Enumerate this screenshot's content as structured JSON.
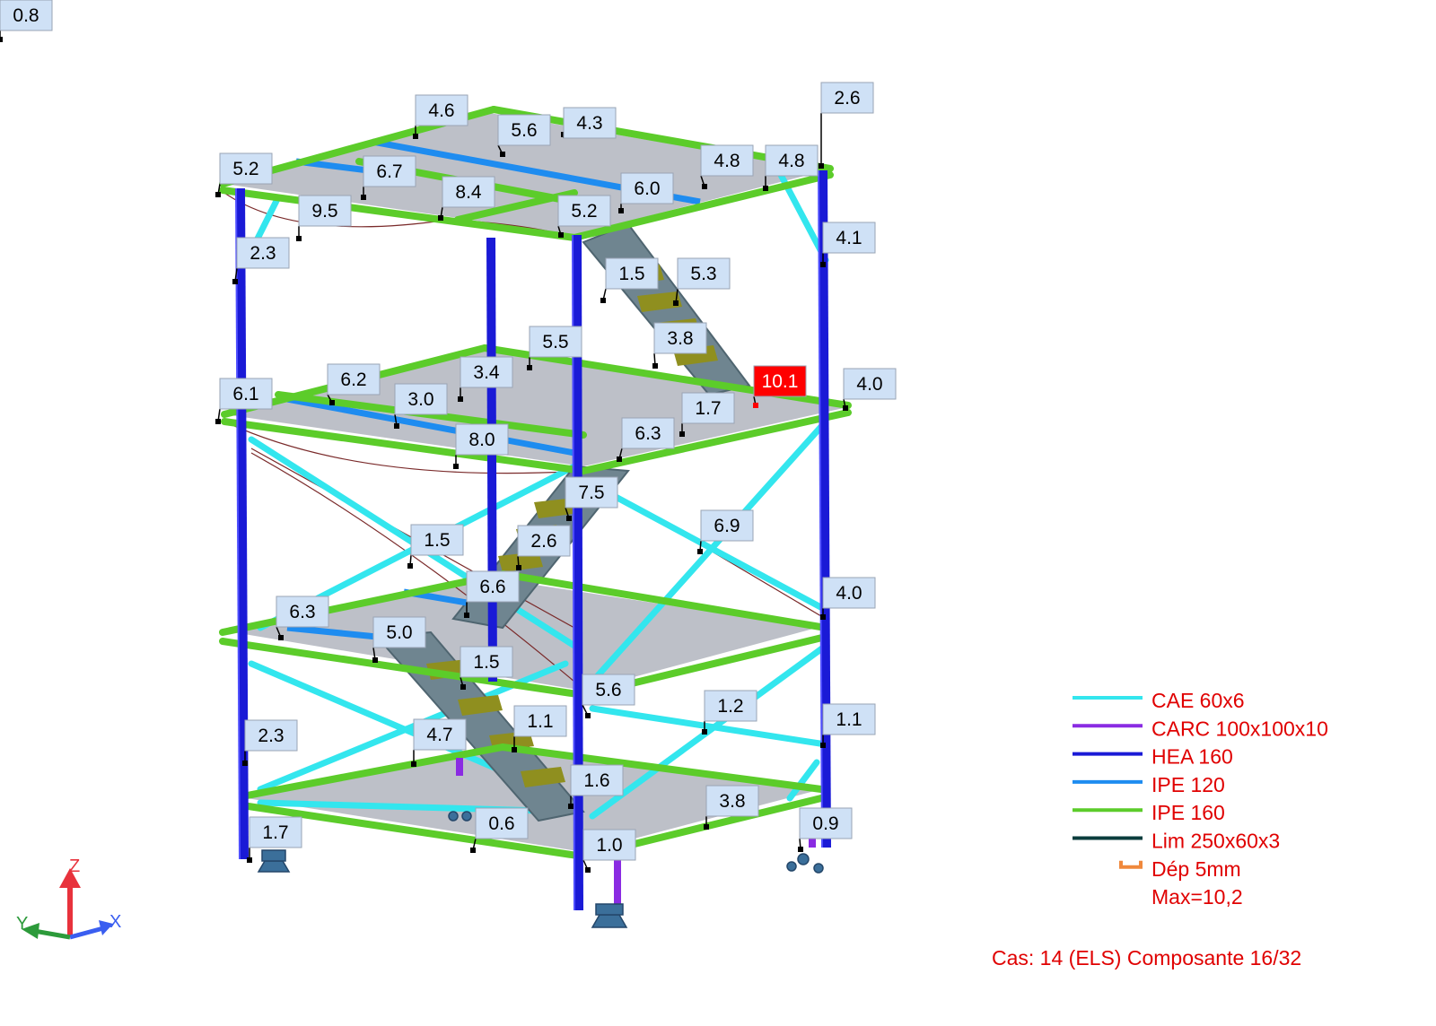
{
  "legend": {
    "items": [
      {
        "label": "CAE 60x6",
        "color": "#33e6ee",
        "kind": "line"
      },
      {
        "label": "CARC 100x100x10",
        "color": "#8a2be2",
        "kind": "line"
      },
      {
        "label": "HEA 160",
        "color": "#1a1ad6",
        "kind": "line"
      },
      {
        "label": "IPE 120",
        "color": "#1e8cf0",
        "kind": "line"
      },
      {
        "label": "IPE 160",
        "color": "#5ccc2a",
        "kind": "line"
      },
      {
        "label": "Lim 250x60x3",
        "color": "#0b3d3d",
        "kind": "line"
      },
      {
        "label": "Dép  5mm",
        "color": "#f0883c",
        "kind": "bracket"
      }
    ],
    "max": "Max=10,2"
  },
  "case": "Cas: 14 (ELS) Composante 16/32",
  "axes": {
    "z": "Z",
    "y": "Y",
    "x": "X"
  },
  "displacement_labels": [
    "4.6",
    "4.3",
    "5.6",
    "4.8",
    "5.2",
    "6.7",
    "8.4",
    "9.5",
    "6.0",
    "5.2",
    "4.8",
    "2.6",
    "2.3",
    "4.1",
    "1.5",
    "5.3",
    "3.8",
    "5.5",
    "3.4",
    "6.2",
    "6.1",
    "3.0",
    "8.0",
    "10.1",
    "4.0",
    "1.7",
    "6.3",
    "7.5",
    "6.9",
    "1.5",
    "2.6",
    "6.6",
    "6.3",
    "4.0",
    "5.0",
    "1.5",
    "5.6",
    "1.2",
    "1.1",
    "1.1",
    "4.7",
    "2.3",
    "1.6",
    "3.8",
    "0.6",
    "1.7",
    "0.9",
    "1.0",
    "0.8"
  ],
  "max_label_index": 23,
  "colors": {
    "column": "#1a1ad6",
    "beam": "#5ccc2a",
    "brace": "#33e6ee",
    "ipe120": "#1e8cf0",
    "stair": "#6f8590",
    "step": "#8f8f1f",
    "floor": "#a7abb5",
    "label_fill": "#cfe1f6",
    "max_fill": "#ff0000"
  }
}
